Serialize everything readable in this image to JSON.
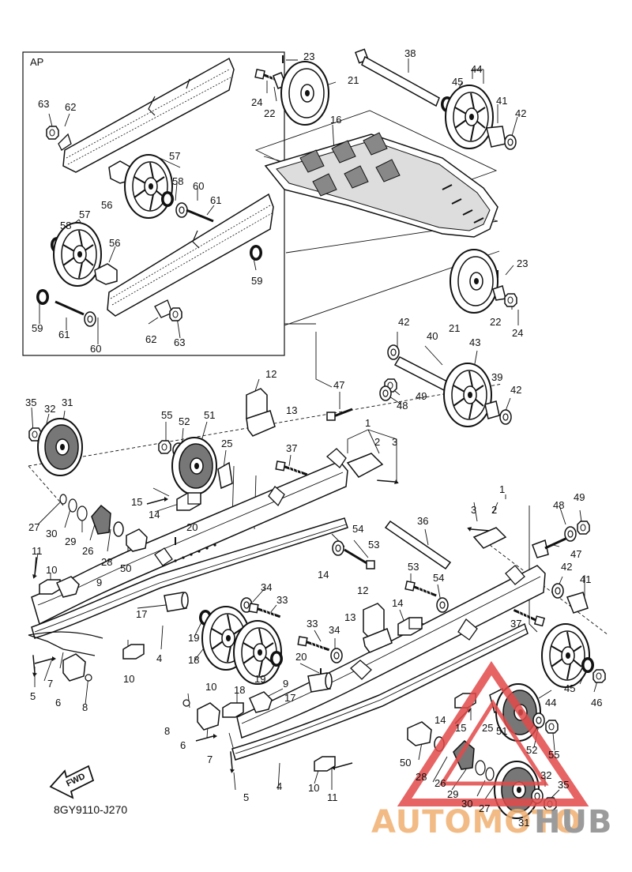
{
  "inset": {
    "label": "AP"
  },
  "diagram_code": "8GY9110-J270",
  "fwd_label": "FWD",
  "watermark": {
    "part_a": "AUTOMOTO",
    "part_b": "HUB",
    "accent_color": "#d9232a"
  },
  "callouts": {
    "c23a": "23",
    "c24a": "24",
    "c22a": "22",
    "c21a": "21",
    "c38": "38",
    "c44a": "44",
    "c45a": "45",
    "c41a": "41",
    "c42a": "42",
    "c16": "16",
    "c23b": "23",
    "c21b": "21",
    "c22b": "22",
    "c24b": "24",
    "c63a": "63",
    "c62a": "62",
    "c57a": "57",
    "c58a": "58",
    "c60a": "60",
    "c61a": "61",
    "c56a": "56",
    "c57b": "57",
    "c58b": "58",
    "c56b": "56",
    "c59a": "59",
    "c59b": "59",
    "c61b": "61",
    "c60b": "60",
    "c62b": "62",
    "c63b": "63",
    "c42b": "42",
    "c40": "40",
    "c43": "43",
    "c47a": "47",
    "c49a": "49",
    "c48a": "48",
    "c39": "39",
    "c42c": "42",
    "c35a": "35",
    "c32a": "32",
    "c31a": "31",
    "c12a": "12",
    "c13a": "13",
    "c55a": "55",
    "c52a": "52",
    "c51a": "51",
    "c25a": "25",
    "c37a": "37",
    "c1a": "1",
    "c2a": "2",
    "c3a": "3",
    "c15a": "15",
    "c14a": "14",
    "c20a": "20",
    "c27a": "27",
    "c30a": "30",
    "c29a": "29",
    "c26a": "26",
    "c28a": "28",
    "c50a": "50",
    "c54a": "54",
    "c53a": "53",
    "c36": "36",
    "c1b": "1",
    "c3b": "3",
    "c2b": "2",
    "c48b": "48",
    "c49b": "49",
    "c47b": "47",
    "c11a": "11",
    "c10a": "10",
    "c9a": "9",
    "c14b": "14",
    "c34a": "34",
    "c33a": "33",
    "c17a": "17",
    "c19a": "19",
    "c18a": "18",
    "c4a": "4",
    "c10b": "10",
    "c5a": "5",
    "c7a": "7",
    "c6a": "6",
    "c8a": "8",
    "c53b": "53",
    "c54b": "54",
    "c42d": "42",
    "c41b": "41",
    "c12b": "12",
    "c13b": "13",
    "c14c": "14",
    "c33b": "33",
    "c34b": "34",
    "c37b": "37",
    "c20b": "20",
    "c19b": "19",
    "c18b": "18",
    "c9b": "9",
    "c17b": "17",
    "c10c": "10",
    "c8b": "8",
    "c6b": "6",
    "c7b": "7",
    "c5b": "5",
    "c4b": "4",
    "c10d": "10",
    "c11b": "11",
    "c44b": "44",
    "c45b": "45",
    "c46": "46",
    "c14d": "14",
    "c15b": "15",
    "c25b": "25",
    "c50b": "50",
    "c51b": "51",
    "c52b": "52",
    "c55b": "55",
    "c28b": "28",
    "c26b": "26",
    "c29b": "29",
    "c30b": "30",
    "c27b": "27",
    "c32b": "32",
    "c35b": "35",
    "c31b": "31"
  }
}
